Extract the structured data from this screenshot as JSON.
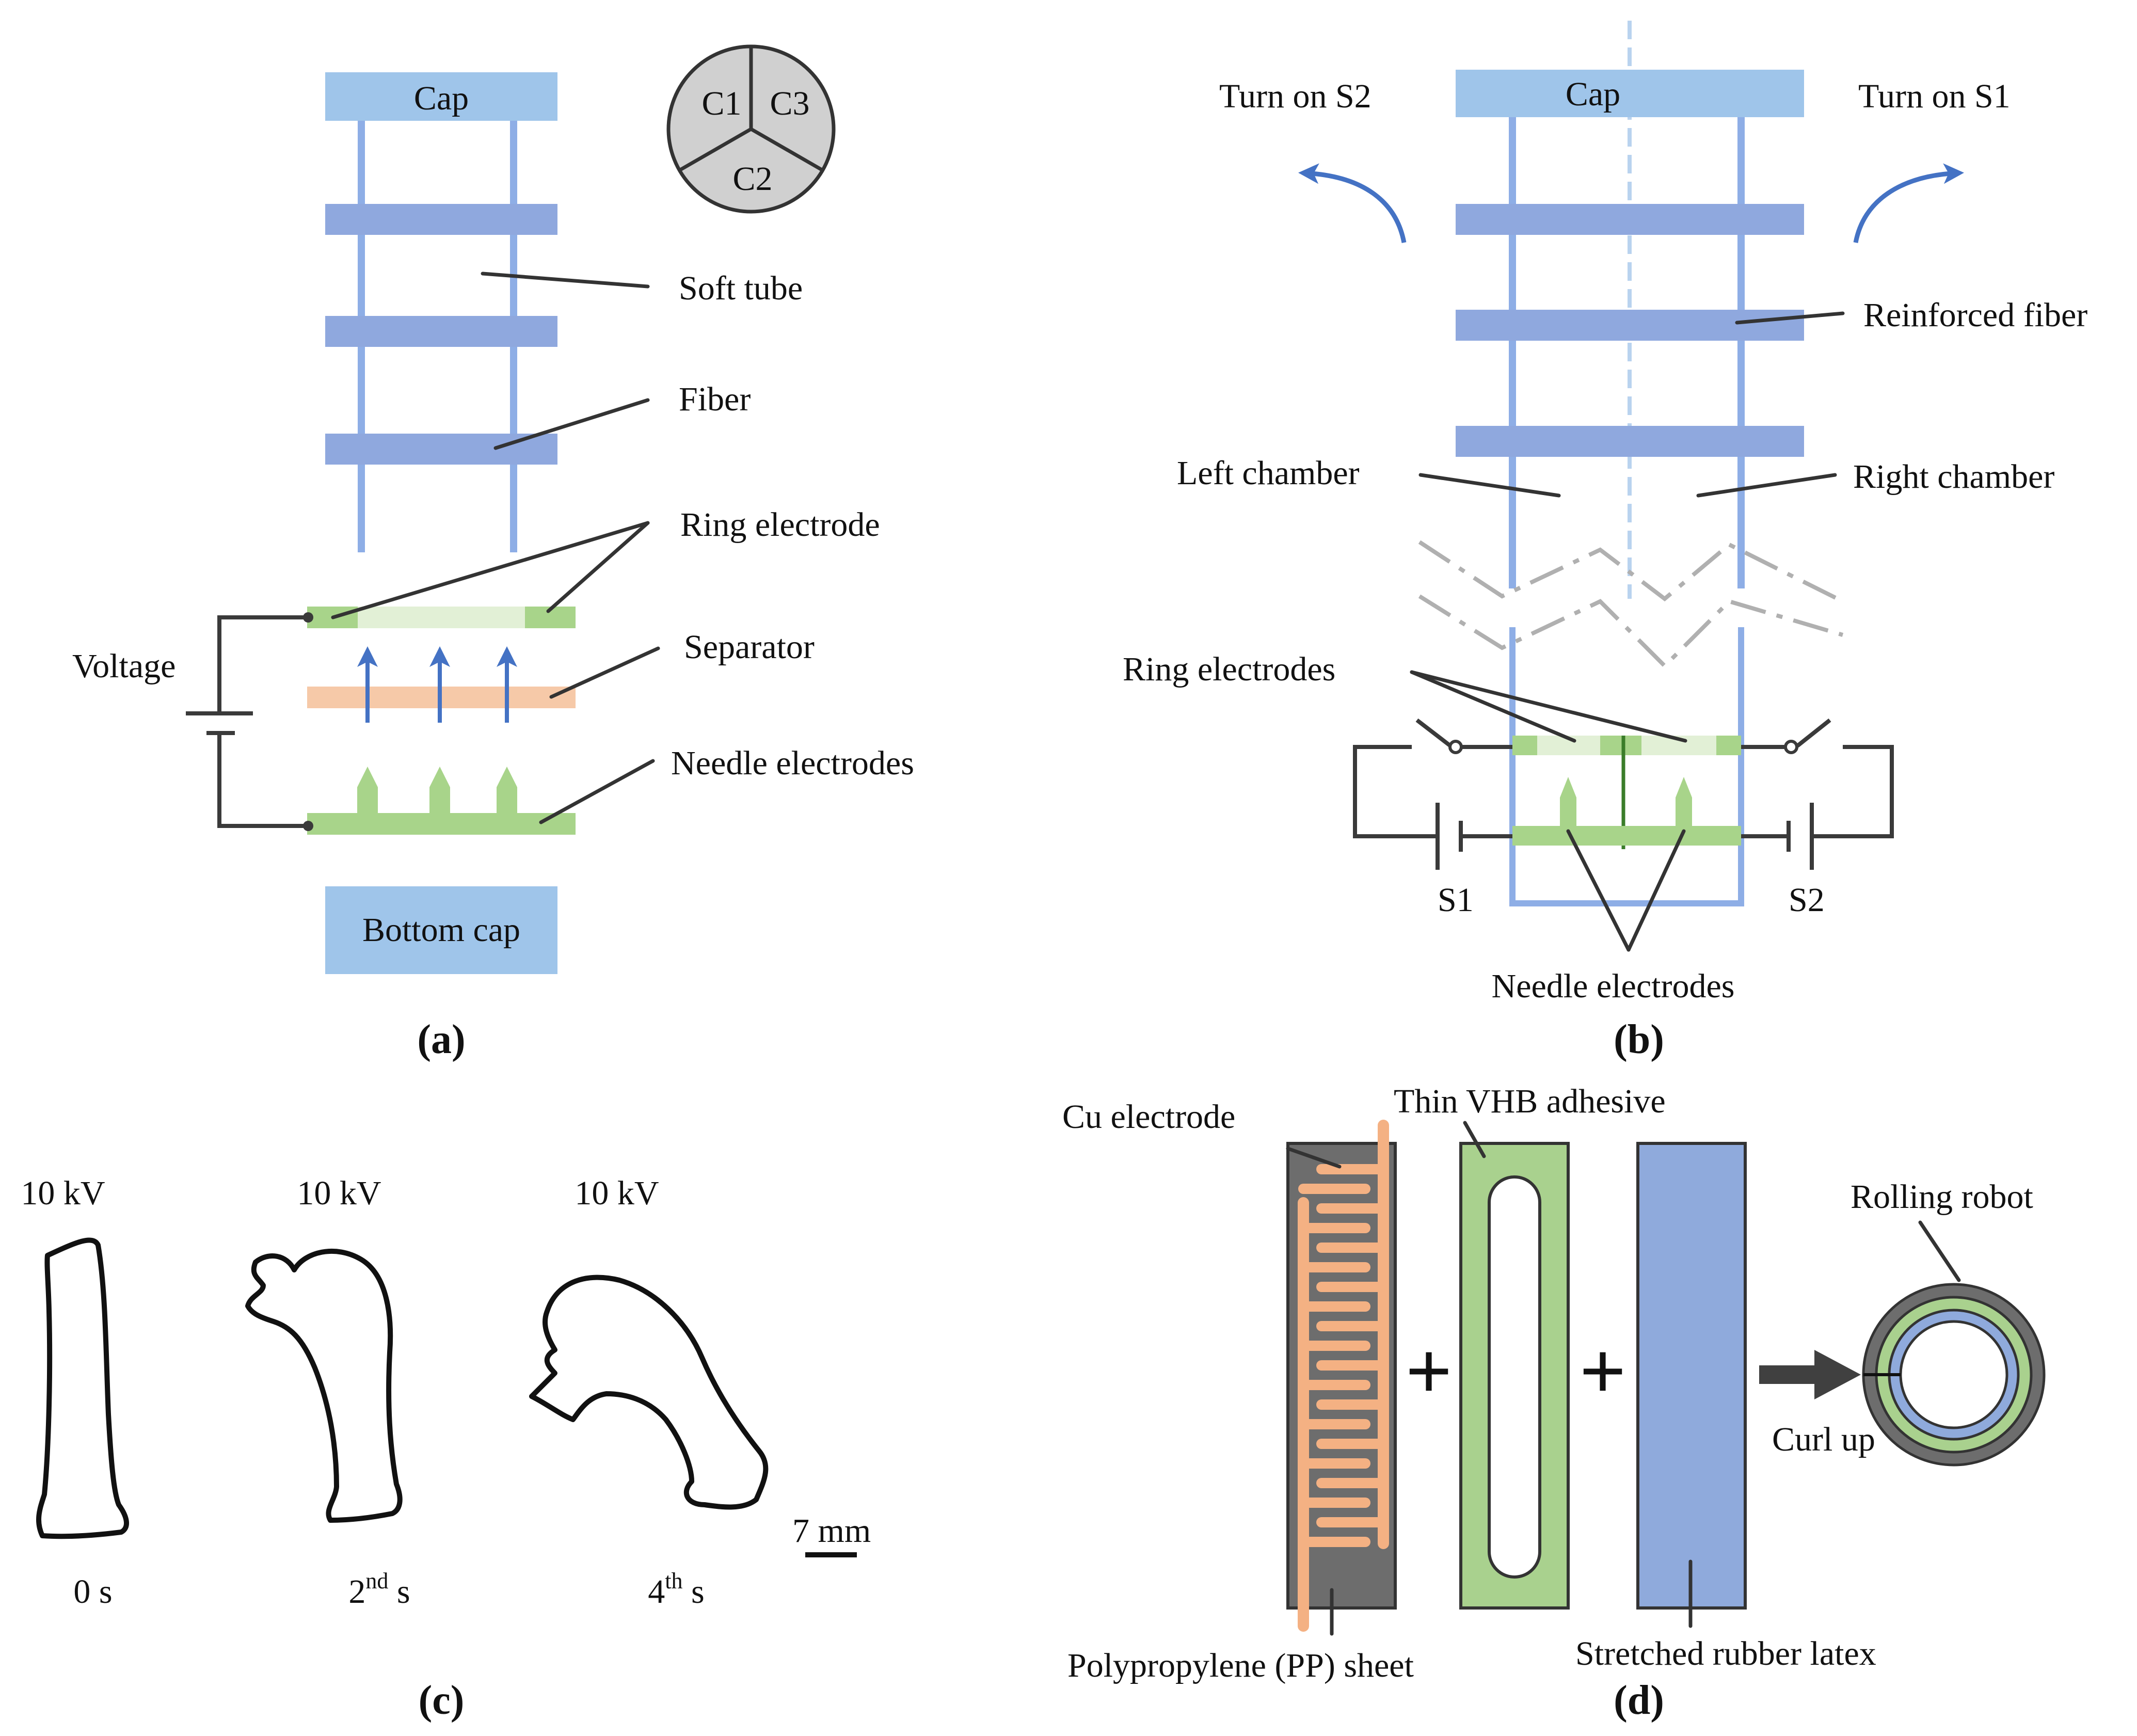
{
  "colors": {
    "cap": "#9fc5ea",
    "fiber": "#8fa8de",
    "tube_line": "#8eaee6",
    "electrode_green": "#a8d48a",
    "electrode_light": "#e2f0d6",
    "separator": "#f6c9a8",
    "arrow_blue": "#4472c4",
    "gray_sheet": "#6d6d6d",
    "copper": "#f4b183",
    "vhb_green": "#a9d18e",
    "latex_blue": "#8faadc",
    "cross_section": "#d0d0d0",
    "break_line": "#b0b0b0"
  },
  "panel_a": {
    "panel_label": "(a)",
    "cap_label": "Cap",
    "bottom_cap_label": "Bottom cap",
    "chambers": [
      "C1",
      "C3",
      "C2"
    ],
    "labels": {
      "soft_tube": "Soft tube",
      "fiber": "Fiber",
      "ring_electrode": "Ring electrode",
      "separator": "Separator",
      "needle_electrodes": "Needle electrodes",
      "voltage": "Voltage"
    }
  },
  "panel_b": {
    "panel_label": "(b)",
    "cap_label": "Cap",
    "turn_on_s2": "Turn on S2",
    "turn_on_s1": "Turn on S1",
    "labels": {
      "reinforced_fiber": "Reinforced fiber",
      "left_chamber": "Left chamber",
      "right_chamber": "Right chamber",
      "ring_electrodes": "Ring electrodes",
      "needle_electrodes": "Needle electrodes",
      "s1": "S1",
      "s2": "S2"
    }
  },
  "panel_c": {
    "panel_label": "(c)",
    "frames": [
      {
        "voltage": "10 kV",
        "time": "0 s",
        "time_sup": ""
      },
      {
        "voltage": "10 kV",
        "time": "2",
        "time_sup": "nd",
        "time_suffix": " s"
      },
      {
        "voltage": "10 kV",
        "time": "4",
        "time_sup": "th",
        "time_suffix": " s"
      }
    ],
    "scale_bar": "7 mm"
  },
  "panel_d": {
    "panel_label": "(d)",
    "labels": {
      "cu_electrode": "Cu electrode",
      "thin_vhb_adhesive": "Thin VHB adhesive",
      "rolling_robot": "Rolling robot",
      "curl_up": "Curl up",
      "pp_sheet": "Polypropylene (PP) sheet",
      "stretched_rubber_latex": "Stretched rubber latex"
    },
    "plus_sign": "+"
  }
}
